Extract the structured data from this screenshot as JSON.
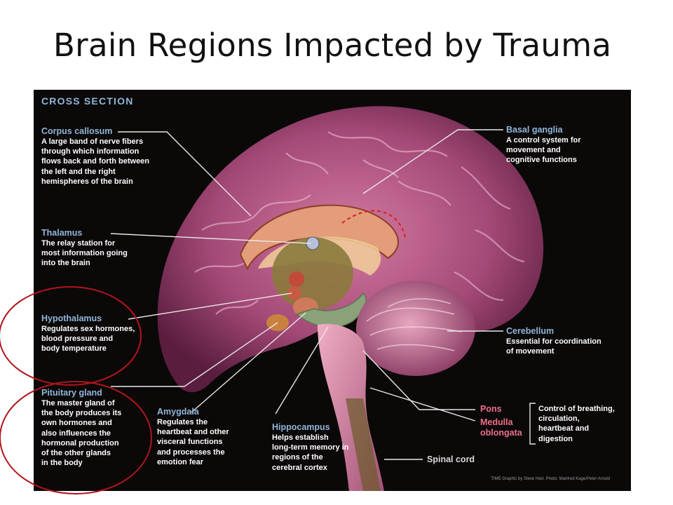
{
  "slide": {
    "title": "Brain Regions Impacted by Trauma"
  },
  "figure": {
    "section_heading": "CROSS SECTION",
    "credit": "TIME Graphic by Steve Hart. Photo: Manfred Kage/Peter Arnold",
    "labels": {
      "corpus_callosum": {
        "heading": "Corpus callosum",
        "text": "A large band of nerve fibers\nthrough which information\nflows back and forth between\nthe left and the right\nhemispheres of the brain"
      },
      "thalamus": {
        "heading": "Thalamus",
        "text": "The relay station for\nmost information going\ninto the brain"
      },
      "hypothalamus": {
        "heading": "Hypothalamus",
        "text": "Regulates sex hormones,\nblood pressure and\nbody temperature"
      },
      "pituitary_gland": {
        "heading": "Pituitary gland",
        "text": "The master gland of\nthe body produces its\nown hormones and\nalso influences the\nhormonal production\nof the other glands\nin the body"
      },
      "amygdala": {
        "heading": "Amygdala",
        "text": "Regulates the\nheartbeat and other\nvisceral functions\nand processes the\nemotion fear"
      },
      "hippocampus": {
        "heading": "Hippocampus",
        "text": "Helps establish\nlong-term memory in\nregions of the\ncerebral cortex"
      },
      "basal_ganglia": {
        "heading": "Basal ganglia",
        "text": "A control system for\nmovement and\ncognitive functions"
      },
      "cerebellum": {
        "heading": "Cerebellum",
        "text": "Essential for coordination\nof movement"
      },
      "pons": {
        "heading": "Pons"
      },
      "medulla_oblongata": {
        "heading": "Medulla\noblongata"
      },
      "brainstem_function": {
        "text": "Control of breathing,\ncirculation,\nheartbeat and\ndigestion"
      },
      "spinal_cord": {
        "heading": "Spinal cord"
      }
    }
  },
  "colors": {
    "title_text": "#111111",
    "figure_background": "#0b0808",
    "label_heading": "#8fb6d9",
    "label_heading_pink": "#ee6f8c",
    "highlight_circle": "#b0151c",
    "leader_line": "#e8e8e8"
  }
}
